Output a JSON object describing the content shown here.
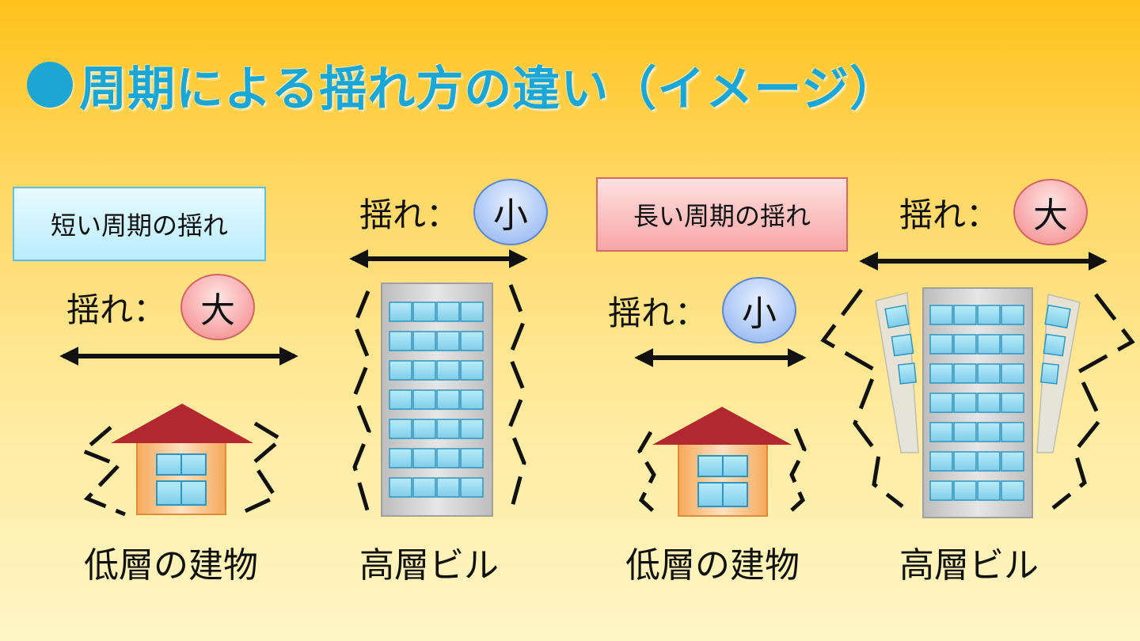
{
  "title": "周期による揺れ方の違い（イメージ）",
  "colors": {
    "title": "#1aa7d6",
    "short_box": "#b9ecfc",
    "long_box": "#f8a6a6",
    "roof": "#b3282f",
    "wall": "#f7b56a",
    "tower": "#cfcfcf",
    "window": "#8fd8ee"
  },
  "left_panel": {
    "label": "短い周期の揺れ",
    "low_building": {
      "sway_label": "揺れ：",
      "sway_value": "大",
      "caption": "低層の建物"
    },
    "high_building": {
      "sway_label": "揺れ：",
      "sway_value": "小",
      "caption": "高層ビル"
    }
  },
  "right_panel": {
    "label": "長い周期の揺れ",
    "low_building": {
      "sway_label": "揺れ：",
      "sway_value": "小",
      "caption": "低層の建物"
    },
    "high_building": {
      "sway_label": "揺れ：",
      "sway_value": "大",
      "caption": "高層ビル"
    }
  }
}
